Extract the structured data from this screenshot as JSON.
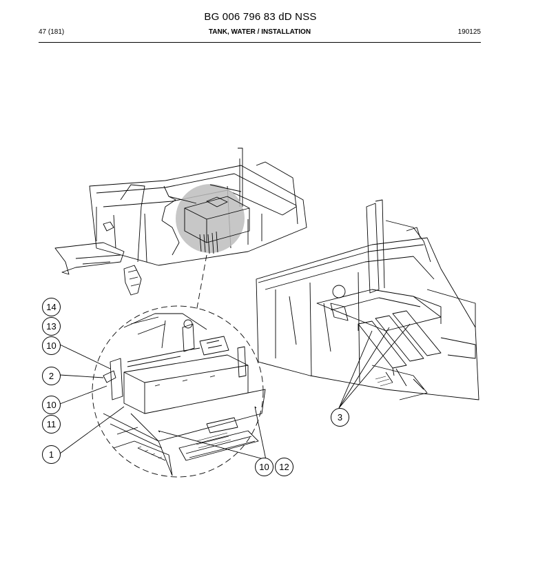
{
  "header": {
    "document_id": "BG 006 796 83 dD NSS",
    "page": "47 (181)",
    "section_title": "TANK, WATER / INSTALLATION",
    "date": "190125"
  },
  "callouts": [
    "14",
    "13",
    "10",
    "2",
    "10",
    "11",
    "1",
    "10",
    "12",
    "3"
  ]
}
